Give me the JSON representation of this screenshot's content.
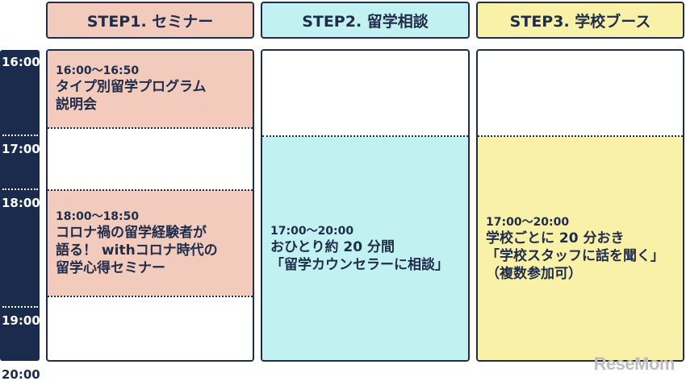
{
  "steps": [
    {
      "label": "STEP1. セミナー"
    },
    {
      "label": "STEP2. 留学相談"
    },
    {
      "label": "STEP3. 学校ブース"
    }
  ],
  "times": [
    "16:00",
    "17:00",
    "18:00",
    "19:00",
    "20:00"
  ],
  "step1": {
    "event1": {
      "time": "16:00〜16:50",
      "title": "タイプ別留学プログラム\n説明会"
    },
    "event2": {
      "time": "18:00〜18:50",
      "title": "コロナ禍の留学経験者が\n語る！ withコロナ時代の\n留学心得セミナー"
    }
  },
  "step2": {
    "time": "17:00〜20:00",
    "title": "おひとり約 20 分間\n「留学カウンセラーに相談」"
  },
  "step3": {
    "time": "17:00〜20:00",
    "title": "学校ごとに 20 分おき\n「学校スタッフに話を聞く」\n（複数参加可）"
  },
  "watermark": "ReseMom",
  "colors": {
    "navy": "#1b2b4d",
    "pink": "#f2cbbd",
    "cyan": "#c2f1f1",
    "yellow": "#f9f1a8"
  }
}
